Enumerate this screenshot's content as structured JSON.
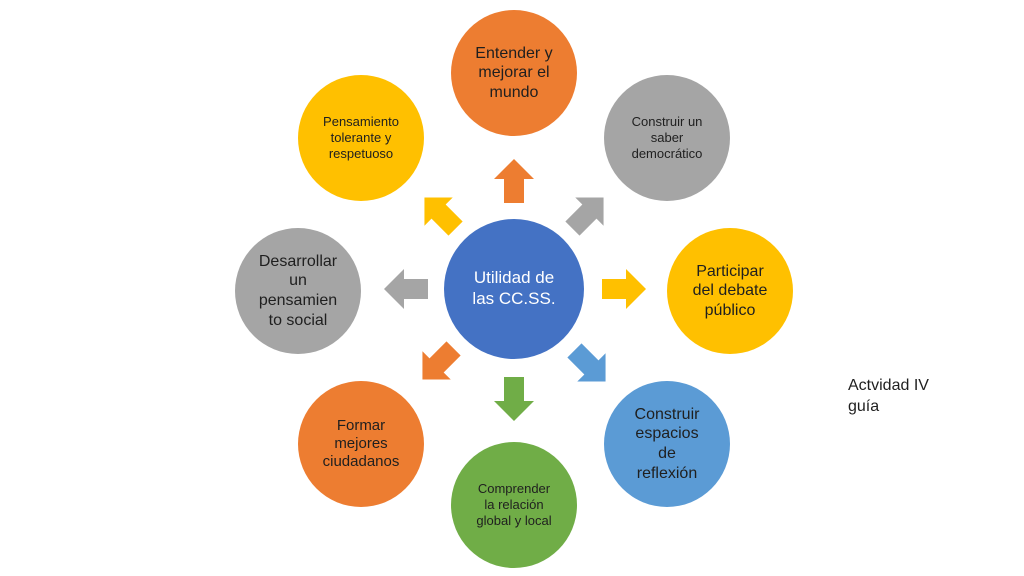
{
  "diagram": {
    "center": {
      "lines": [
        "Utilidad de",
        "las CC.SS."
      ],
      "color": "#4472c4"
    },
    "nodes": [
      {
        "id": "top",
        "lines": [
          "Entender y",
          "mejorar el",
          "mundo"
        ],
        "color": "#ed7d31"
      },
      {
        "id": "top-right",
        "lines": [
          "Construir un",
          "saber",
          "democrático"
        ],
        "color": "#a5a5a5"
      },
      {
        "id": "right",
        "lines": [
          "Participar",
          "del debate",
          "público"
        ],
        "color": "#ffc000"
      },
      {
        "id": "bottom-right",
        "lines": [
          "Construir",
          "espacios",
          "de",
          "reflexión"
        ],
        "color": "#5b9bd5"
      },
      {
        "id": "bottom",
        "lines": [
          "Comprender",
          "la relación",
          "global y local"
        ],
        "color": "#70ad47"
      },
      {
        "id": "bottom-left",
        "lines": [
          "Formar",
          "mejores",
          "ciudadanos"
        ],
        "color": "#ed7d31"
      },
      {
        "id": "left",
        "lines": [
          "Desarrollar",
          "un",
          "pensamien",
          "to social"
        ],
        "color": "#a5a5a5"
      },
      {
        "id": "top-left",
        "lines": [
          "Pensamiento",
          "tolerante y",
          "respetuoso"
        ],
        "color": "#ffc000"
      }
    ]
  },
  "side_note": {
    "lines": [
      "Actvidad IV",
      "guía"
    ]
  }
}
